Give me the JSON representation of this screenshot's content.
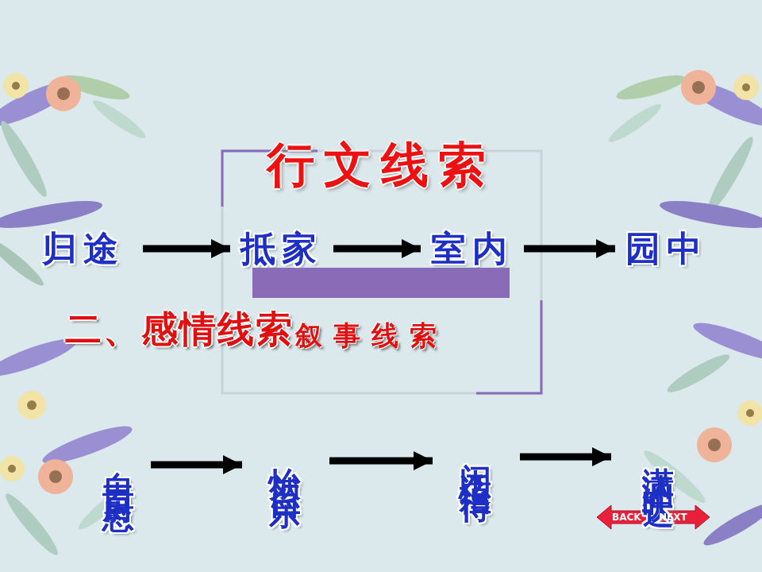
{
  "diagram": {
    "title": "行文线索",
    "nodes": [
      {
        "text": [
          "归途"
        ]
      },
      {
        "text": [
          "抵家"
        ]
      },
      {
        "text": [
          "室内"
        ]
      },
      {
        "text": [
          "园中"
        ]
      },
      {
        "text": [
          "自责自慰"
        ]
      },
      {
        "text": [
          "怡然自乐"
        ]
      },
      {
        "text": [
          "闲适怡得"
        ]
      },
      {
        "text": [
          "潇洒旷达"
        ]
      }
    ],
    "edges": [
      {
        "from": 0,
        "to": 1,
        "arrow": "to"
      },
      {
        "from": 1,
        "to": 2,
        "arrow": "to"
      },
      {
        "from": 2,
        "to": 3,
        "arrow": "to"
      },
      {
        "from": 4,
        "to": 5,
        "arrow": "to"
      },
      {
        "from": 5,
        "to": 6,
        "arrow": "to"
      },
      {
        "from": 6,
        "to": 7,
        "arrow": "to"
      }
    ],
    "labels": [
      "二、感情线索",
      "叙事线索",
      "BACK",
      "NEXT"
    ]
  }
}
